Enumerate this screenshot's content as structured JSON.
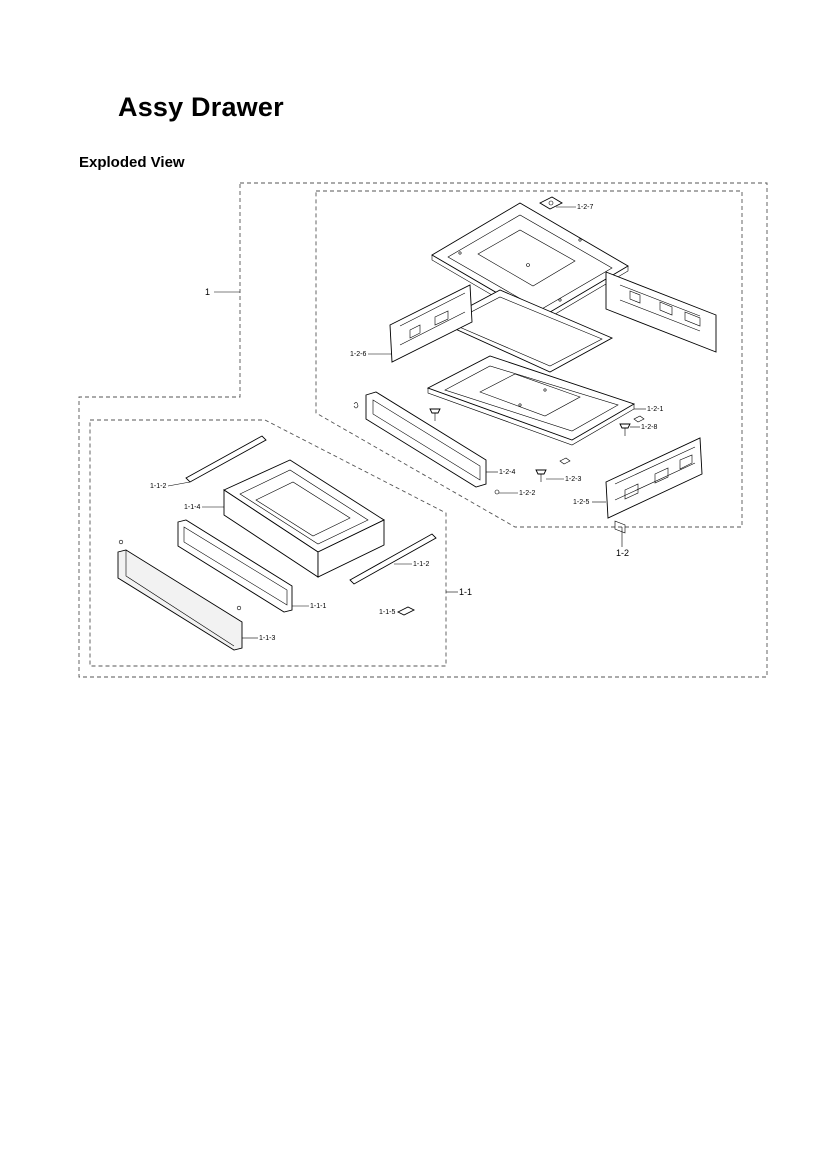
{
  "header": {
    "title": "Assy Drawer",
    "subtitle": "Exploded View"
  },
  "labels": {
    "assy": "1",
    "assy_1_1": "1-1",
    "assy_1_2": "1-2",
    "p_1_1_1": "1-1-1",
    "p_1_1_2_a": "1-1-2",
    "p_1_1_2_b": "1-1-2",
    "p_1_1_3": "1-1-3",
    "p_1_1_4": "1-1-4",
    "p_1_1_5": "1-1-5",
    "p_1_2_1": "1-2-1",
    "p_1_2_2": "1-2-2",
    "p_1_2_3": "1-2-3",
    "p_1_2_4": "1-2-4",
    "p_1_2_5": "1-2-5",
    "p_1_2_6": "1-2-6",
    "p_1_2_7": "1-2-7",
    "p_1_2_8": "1-2-8"
  }
}
